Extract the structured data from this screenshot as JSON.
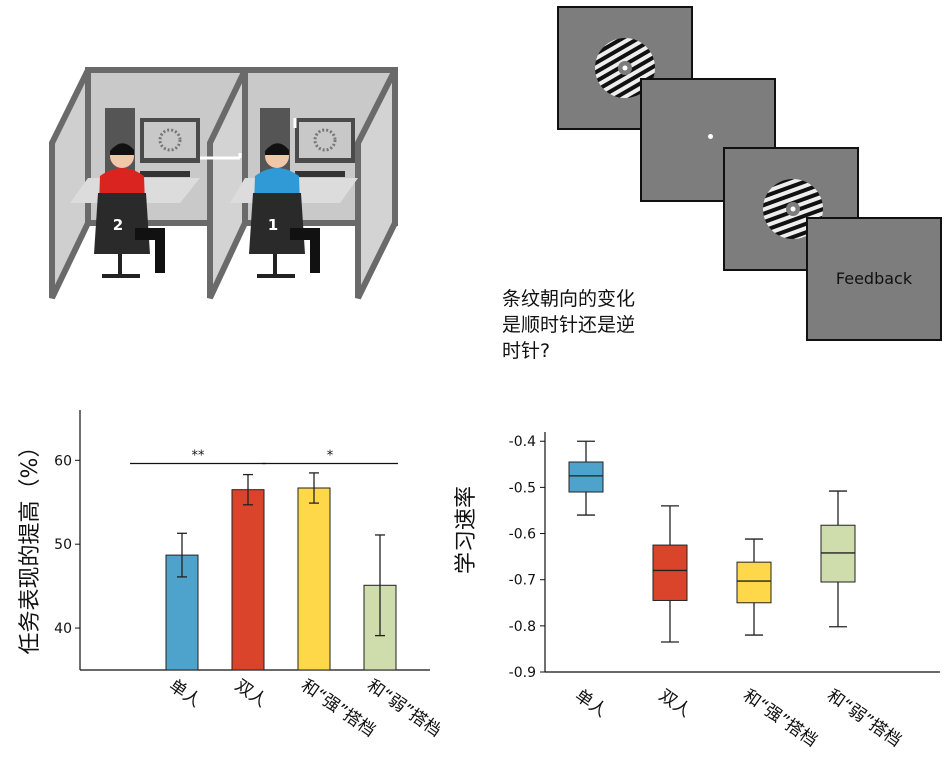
{
  "figure": {
    "question": "条纹朝向的变化\n是顺时针还是逆\n时针?",
    "feedback_label": "Feedback",
    "participants": [
      "1",
      "2"
    ],
    "colors": {
      "blue": "#2f9ad6",
      "red": "#d9241f",
      "panel": "#c9c9c9"
    }
  },
  "chart_data": [
    {
      "type": "bar",
      "categories": [
        "单人",
        "双人",
        "和“强”搭档",
        "和“弱”搭档"
      ],
      "values": [
        48.7,
        56.5,
        56.7,
        45.1
      ],
      "errors": [
        2.6,
        1.8,
        1.8,
        6.0
      ],
      "colors": [
        "#4ea3cc",
        "#d9442a",
        "#ffd84a",
        "#cfdcab"
      ],
      "ylabel": "任务表现的提高（%）",
      "yticks": [
        40,
        50,
        60
      ],
      "ylim": [
        35,
        66
      ],
      "significance": [
        {
          "from": 0,
          "to": 1,
          "label": "**"
        },
        {
          "from": 2,
          "to": 3,
          "label": "*"
        }
      ]
    },
    {
      "type": "box",
      "categories": [
        "单人",
        "双人",
        "和“强”搭档",
        "和“弱”搭档"
      ],
      "boxes": [
        {
          "min": -0.56,
          "q1": -0.51,
          "median": -0.475,
          "q3": -0.445,
          "max": -0.4
        },
        {
          "min": -0.835,
          "q1": -0.745,
          "median": -0.68,
          "q3": -0.625,
          "max": -0.54
        },
        {
          "min": -0.82,
          "q1": -0.75,
          "median": -0.703,
          "q3": -0.662,
          "max": -0.612
        },
        {
          "min": -0.802,
          "q1": -0.705,
          "median": -0.642,
          "q3": -0.582,
          "max": -0.508
        }
      ],
      "colors": [
        "#4ea3cc",
        "#d9442a",
        "#ffd84a",
        "#cfdcab"
      ],
      "ylabel": "学习速率",
      "yticks": [
        -0.4,
        -0.5,
        -0.6,
        -0.7,
        -0.8,
        -0.9
      ],
      "ylim": [
        -0.9,
        -0.38
      ]
    }
  ]
}
